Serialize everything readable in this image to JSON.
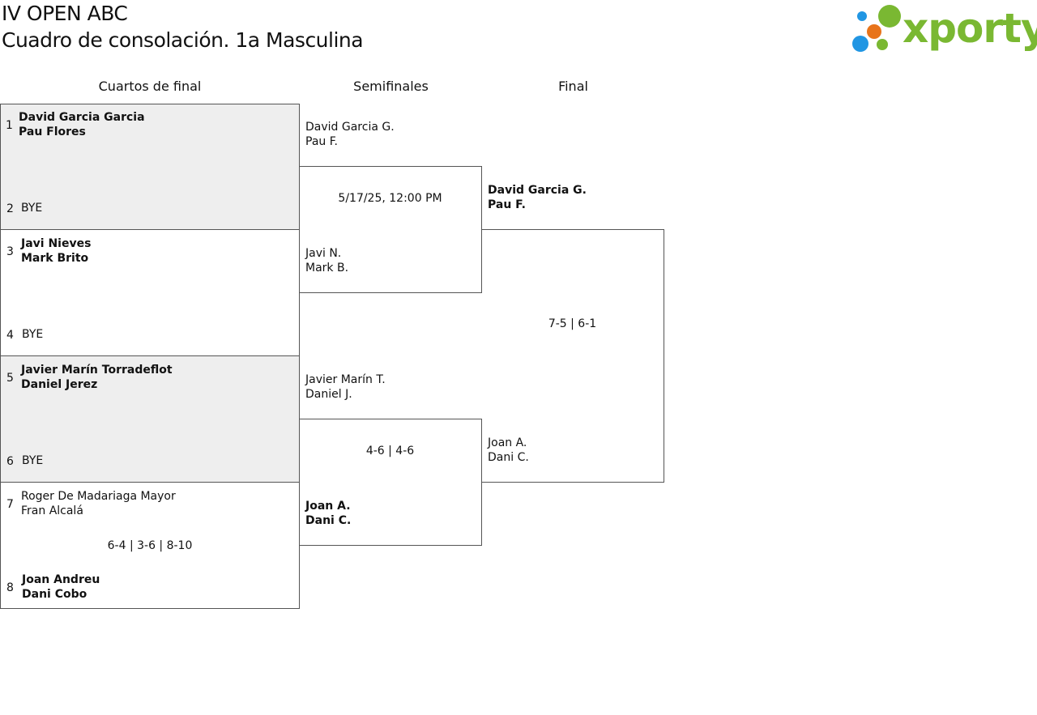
{
  "header": {
    "title": "IV OPEN ABC",
    "subtitle": "Cuadro de consolación. 1a Masculina",
    "logo_text": "xporty",
    "logo_colors": [
      "#2196e3",
      "#7ab832",
      "#e8741a",
      "#2196e3",
      "#7ab832"
    ]
  },
  "columns": [
    "Cuartos de final",
    "Semifinales",
    "Final"
  ],
  "quarterfinals": [
    {
      "seed_a": "1",
      "a1": "David Garcia Garcia",
      "a2": "Pau Flores",
      "seed_b": "2",
      "b1": "BYE",
      "b2": "",
      "result": ""
    },
    {
      "seed_a": "3",
      "a1": "Javi Nieves",
      "a2": "Mark Brito",
      "seed_b": "4",
      "b1": "BYE",
      "b2": "",
      "result": ""
    },
    {
      "seed_a": "5",
      "a1": "Javier Marín Torradeflot",
      "a2": "Daniel Jerez",
      "seed_b": "6",
      "b1": "BYE",
      "b2": "",
      "result": ""
    },
    {
      "seed_a": "7",
      "a1": "Roger De Madariaga Mayor",
      "a2": "Fran Alcalá",
      "seed_b": "8",
      "b1": "Joan Andreu",
      "b2": "Dani Cobo",
      "result": "6-4 | 3-6 | 8-10"
    }
  ],
  "semifinals": [
    {
      "a1": "David Garcia G.",
      "a2": "Pau F.",
      "b1": "Javi N.",
      "b2": "Mark B.",
      "info": "5/17/25, 12:00 PM"
    },
    {
      "a1": "Javier Marín T.",
      "a2": "Daniel J.",
      "b1": "Joan A.",
      "b2": "Dani C.",
      "info": "4-6 | 4-6"
    }
  ],
  "final": {
    "a1": "David Garcia G.",
    "a2": "Pau F.",
    "b1": "Joan A.",
    "b2": "Dani C.",
    "result": "7-5 | 6-1"
  }
}
